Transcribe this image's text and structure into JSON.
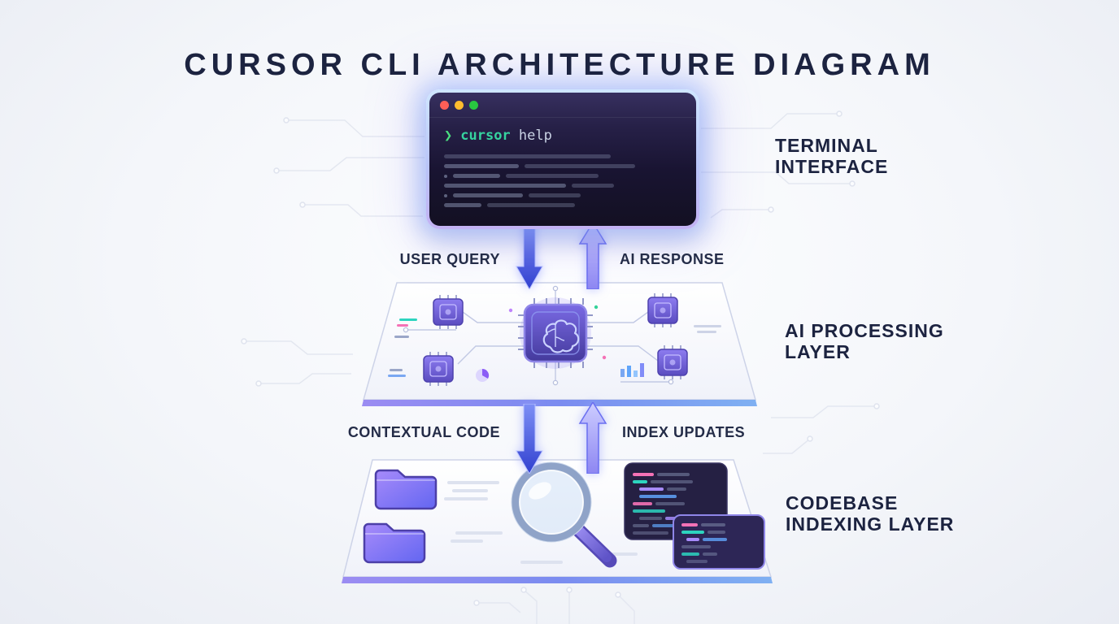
{
  "title": "CURSOR CLI ARCHITECTURE DIAGRAM",
  "terminal": {
    "prompt": "❯",
    "command": "cursor",
    "argument": "help"
  },
  "labels": {
    "terminal": "TERMINAL INTERFACE",
    "ai_processing": "AI PROCESSING LAYER",
    "codebase_indexing": "CODEBASE INDEXING LAYER"
  },
  "flows": {
    "user_query": "USER QUERY",
    "ai_response": "AI RESPONSE",
    "contextual_code": "CONTEXTUAL CODE",
    "index_updates": "INDEX UPDATES"
  },
  "icons": {
    "close-icon": "red traffic-light dot",
    "minimize-icon": "yellow traffic-light dot",
    "maximize-icon": "green traffic-light dot",
    "prompt-icon": "❯",
    "brain-chip-icon": "CPU chip with brain glyph",
    "cpu-chip-icon": "small processor chip",
    "folder-icon": "purple gradient folder",
    "magnifier-icon": "magnifying glass over code",
    "code-window-icon": "dark code editor window",
    "down-arrow-icon": "blue downward flow arrow",
    "up-arrow-icon": "purple upward flow arrow"
  },
  "colors": {
    "title_text": "#1c2340",
    "label_text": "#1c2340",
    "flow_label_text": "#242c48",
    "terminal_bg_top": "#37305f",
    "terminal_bg_bottom": "#131022",
    "terminal_glow": "#9ec5ff",
    "prompt_green": "#4ade80",
    "command_teal": "#36d39f",
    "argument_gray": "#c9d2e4",
    "traffic_red": "#ff5f57",
    "traffic_yellow": "#febc2e",
    "traffic_green": "#28c840",
    "arrow_down_start": "#7d8ff5",
    "arrow_down_end": "#3140cf",
    "arrow_up_start": "#cdcdff",
    "arrow_up_end": "#8d86f2",
    "panel_rim_purple": "#9b8cf2",
    "panel_rim_blue": "#7fb0f2",
    "chip_purple": "#6f5fd8",
    "accent_teal": "#2dd4bf",
    "accent_pink": "#f472b6",
    "accent_blue": "#60a5fa"
  }
}
